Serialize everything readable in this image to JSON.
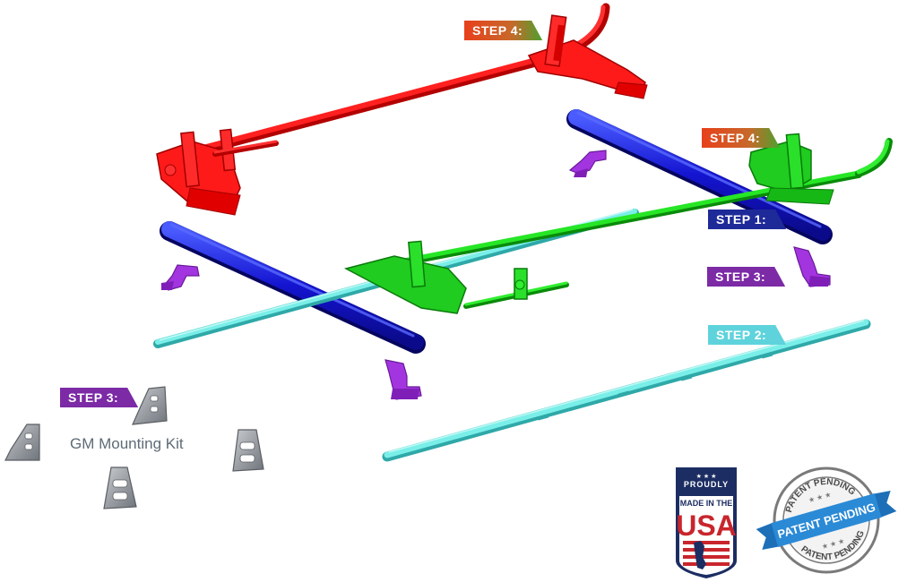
{
  "labels": {
    "step4_red": "STEP 4:",
    "step4_green": "STEP 4:",
    "step1": "STEP 1:",
    "step3_right": "STEP 3:",
    "step2": "STEP 2:",
    "step3_left": "STEP 3:"
  },
  "kit_label": "GM Mounting Kit",
  "usa_badge": {
    "line1": "PROUDLY",
    "line2": "MADE IN THE",
    "line3": "USA"
  },
  "patent_badge": {
    "ribbon": "PATENT PENDING",
    "ring_top": "PATENT PENDING",
    "ring_bottom": "PATENT PENDING"
  },
  "colors": {
    "step4": "#e8401c",
    "step4_alt": "#4fa02e",
    "step1": "#1f2a99",
    "step3": "#7c2aa6",
    "step2": "#5fd3dc",
    "frame_red": "#ff1a1a",
    "frame_green": "#1fcc1f",
    "crossbar_blue": "#1a1ad6",
    "rail_cyan": "#6fe3e0",
    "bracket_purple": "#9a2bd6",
    "kit_gray": "#8c9096",
    "usa_navy": "#1c2d63",
    "usa_red": "#c9252c",
    "patent_blue": "#2b8ad6",
    "patent_gray": "#7a7a7a"
  }
}
